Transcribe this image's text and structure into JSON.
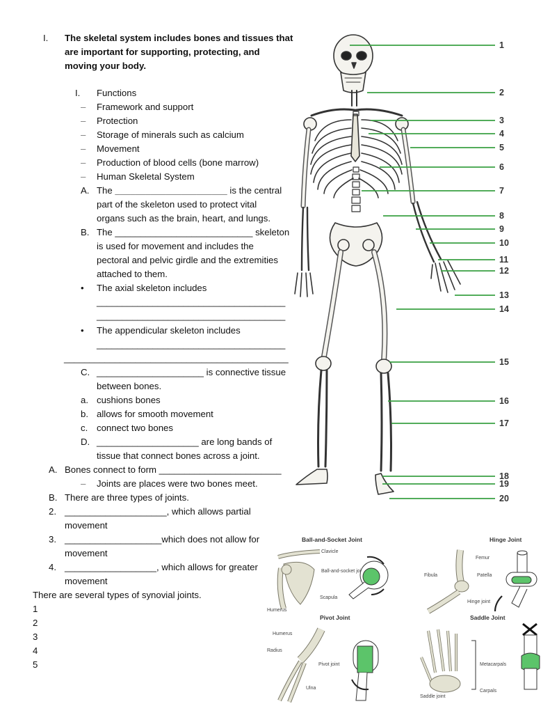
{
  "section": {
    "numeral": "I.",
    "heading_lines": [
      "The skeletal system includes bones and tissues that",
      "are important for supporting, protecting, and",
      "moving your body."
    ]
  },
  "functions": {
    "numeral": "I.",
    "title": "Functions",
    "dash_items": [
      "Framework and support",
      "Protection",
      "Storage of minerals such as calcium",
      "Movement",
      "Production of blood cells (bone marrow)",
      "Human Skeletal System"
    ]
  },
  "item_A": {
    "marker": "A.",
    "pre": "The ",
    "blank": "______________________",
    "post": " is the central",
    "lines": [
      "part of the skeleton used to protect vital",
      "organs such as the brain, heart, and lungs."
    ]
  },
  "item_B": {
    "marker": "B.",
    "line1": "The ___________________________ skeleton",
    "lines": [
      "is used for movement and includes the",
      "pectoral and pelvic girdle and the extremities",
      "attached to them."
    ]
  },
  "bullet_axial": {
    "text": "The axial skeleton includes",
    "blank1": "_____________________________________",
    "blank2": "_____________________________________"
  },
  "bullet_appendicular": {
    "text": "The appendicular skeleton includes",
    "blank1": "_____________________________________",
    "blank2": "____________________________________________"
  },
  "item_C": {
    "marker": "C.",
    "line1": "_____________________ is connective tissue",
    "line2": "between bones."
  },
  "cartilage_items": [
    {
      "marker": "a.",
      "text": "cushions bones"
    },
    {
      "marker": "b.",
      "text": "allows for smooth movement"
    },
    {
      "marker": "c.",
      "text": "connect two bones"
    }
  ],
  "item_D": {
    "marker": "D.",
    "line1": "____________________ are long bands of",
    "line2": "tissue that connect bones across a joint."
  },
  "joints_outline": {
    "a_marker": "A.",
    "a_text": "Bones connect to form ________________________",
    "a_sub": "Joints are places were two bones meet.",
    "b_marker": "B.",
    "b_text": "There are three types of joints.",
    "items": [
      {
        "marker": "2.",
        "line1": "____________________, which allows partial",
        "line2": "movement"
      },
      {
        "marker": "3.",
        "line1": "___________________which does not allow for",
        "line2": "movement"
      },
      {
        "marker": "4.",
        "line1": "__________________, which allows for greater",
        "line2": "movement"
      }
    ]
  },
  "synovial": {
    "text": "There are several types of synovial joints.",
    "numbers": [
      "1",
      "2",
      "3",
      "4",
      "5"
    ]
  },
  "skeleton_labels": [
    "1",
    "2",
    "3",
    "4",
    "5",
    "6",
    "7",
    "8",
    "9",
    "10",
    "11",
    "12",
    "13",
    "14",
    "15",
    "16",
    "17",
    "18",
    "19",
    "20"
  ],
  "joint_diagram": {
    "ball_socket": {
      "title": "Ball-and-Socket Joint",
      "labels": [
        "Clavicle",
        "Ball-and-socket joint",
        "Scapula",
        "Humerus"
      ]
    },
    "hinge": {
      "title": "Hinge Joint",
      "labels": [
        "Femur",
        "Fibula",
        "Patella",
        "Hinge joint"
      ]
    },
    "pivot": {
      "title": "Pivot Joint",
      "labels": [
        "Humerus",
        "Radius",
        "Pivot joint",
        "Ulna"
      ]
    },
    "saddle": {
      "title": "Saddle Joint",
      "labels": [
        "Metacarpals",
        "Carpals",
        "Saddle joint"
      ]
    }
  },
  "colors": {
    "leader_line": "#3aa142",
    "bone": "#e3e2d2",
    "bone_edge": "#7a7868",
    "accent_green": "#5cc46a"
  }
}
